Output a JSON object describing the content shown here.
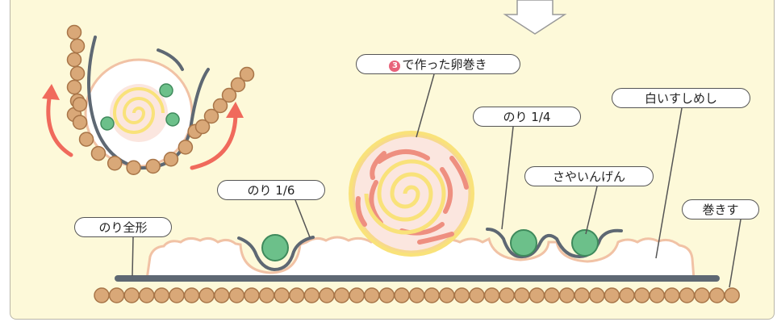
{
  "labels": {
    "nori_full": "のり全形",
    "nori_sixth": "のり 1/6",
    "egg_roll_badge": "3",
    "egg_roll": "で作った卵巻き",
    "nori_quarter": "のり 1/4",
    "sayaingen": "さやいんげん",
    "white_rice": "白いすしめし",
    "makisu": "巻きす"
  },
  "colors": {
    "background": "#fdf9d9",
    "bamboo_bead": "#d9a878",
    "nori": "#5e6873",
    "rice": "#ffffff",
    "rice_edge": "#f1c2a5",
    "green_bean": "#6cc08a",
    "egg_yolk": "#f9e27a",
    "pink_filling": "#f4a3a0",
    "arrow": "#f06a5c"
  },
  "icons": [
    "down-arrow-icon",
    "roll-up-arrow-icon"
  ]
}
